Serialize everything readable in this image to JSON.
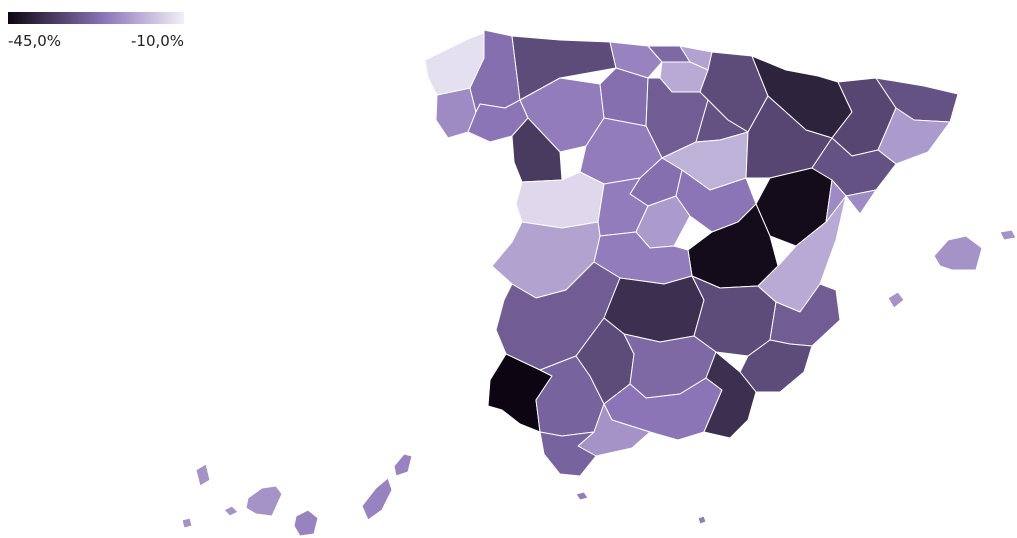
{
  "legend": {
    "min_label": "-45,0%",
    "max_label": "-10,0%",
    "min_value": -45.0,
    "max_value": -10.0,
    "color_dark": "#0d0612",
    "color_mid": "#8d76b9",
    "color_light": "#f2eff8"
  },
  "chart_data": {
    "type": "choropleth",
    "region_count": 52,
    "scale_range": [
      -45.0,
      -10.0
    ],
    "regions": [
      {
        "id": "pontevedra",
        "value": -23
      },
      {
        "id": "a-coruna",
        "value": -12
      },
      {
        "id": "lugo",
        "value": -27
      },
      {
        "id": "ourense",
        "value": -26
      },
      {
        "id": "asturias",
        "value": -33
      },
      {
        "id": "cantabria",
        "value": -24
      },
      {
        "id": "bizkaia",
        "value": -28
      },
      {
        "id": "gipuzkoa",
        "value": -20
      },
      {
        "id": "araba",
        "value": -19
      },
      {
        "id": "navarra",
        "value": -33
      },
      {
        "id": "leon",
        "value": -25
      },
      {
        "id": "zamora",
        "value": -36
      },
      {
        "id": "palencia",
        "value": -27
      },
      {
        "id": "burgos",
        "value": -30
      },
      {
        "id": "la-rioja",
        "value": -32
      },
      {
        "id": "soria",
        "value": -18
      },
      {
        "id": "valladolid",
        "value": -25
      },
      {
        "id": "segovia",
        "value": -27
      },
      {
        "id": "salamanca",
        "value": -13
      },
      {
        "id": "avila",
        "value": -25
      },
      {
        "id": "madrid",
        "value": -21
      },
      {
        "id": "huesca",
        "value": -40
      },
      {
        "id": "zaragoza",
        "value": -34
      },
      {
        "id": "teruel",
        "value": -44
      },
      {
        "id": "lleida",
        "value": -34
      },
      {
        "id": "girona",
        "value": -32
      },
      {
        "id": "barcelona",
        "value": -21
      },
      {
        "id": "tarragona",
        "value": -32
      },
      {
        "id": "guadalajara",
        "value": -26
      },
      {
        "id": "cuenca",
        "value": -44
      },
      {
        "id": "toledo",
        "value": -25
      },
      {
        "id": "caceres",
        "value": -20
      },
      {
        "id": "badajoz",
        "value": -30
      },
      {
        "id": "ciudad-real",
        "value": -38
      },
      {
        "id": "albacete",
        "value": -33
      },
      {
        "id": "valencia",
        "value": -19
      },
      {
        "id": "castellon",
        "value": -23
      },
      {
        "id": "alicante",
        "value": -30
      },
      {
        "id": "murcia",
        "value": -33
      },
      {
        "id": "huelva",
        "value": -45
      },
      {
        "id": "sevilla",
        "value": -29
      },
      {
        "id": "cordoba",
        "value": -33
      },
      {
        "id": "jaen",
        "value": -28
      },
      {
        "id": "granada",
        "value": -26
      },
      {
        "id": "almeria",
        "value": -38
      },
      {
        "id": "malaga",
        "value": -22
      },
      {
        "id": "cadiz",
        "value": -29
      },
      {
        "id": "illes-balears",
        "value": -22
      },
      {
        "id": "santa-cruz-de-tenerife",
        "value": -22
      },
      {
        "id": "las-palmas",
        "value": -24
      },
      {
        "id": "ceuta",
        "value": -25
      },
      {
        "id": "melilla",
        "value": -25
      }
    ]
  }
}
